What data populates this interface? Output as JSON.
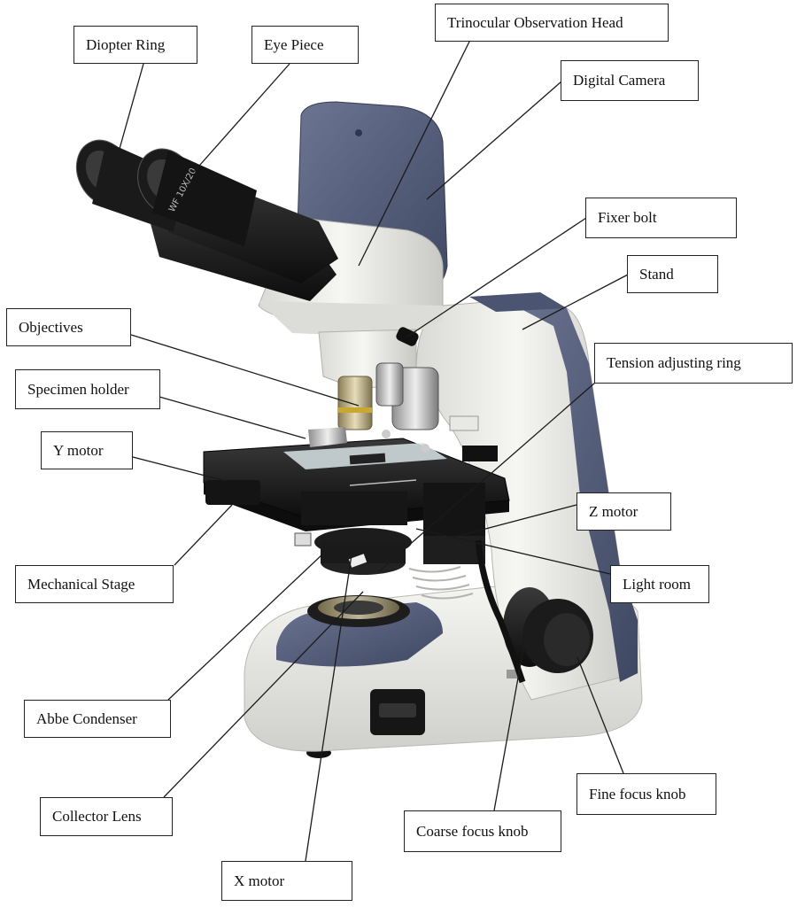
{
  "diagram": {
    "labels": [
      {
        "id": "diopter-ring",
        "text": "Diopter Ring"
      },
      {
        "id": "eye-piece",
        "text": "Eye Piece"
      },
      {
        "id": "trinocular-head",
        "text": "Trinocular Observation Head"
      },
      {
        "id": "digital-camera",
        "text": "Digital Camera"
      },
      {
        "id": "fixer-bolt",
        "text": "Fixer bolt"
      },
      {
        "id": "stand",
        "text": "Stand"
      },
      {
        "id": "objectives",
        "text": "Objectives"
      },
      {
        "id": "tension-ring",
        "text": "Tension adjusting ring"
      },
      {
        "id": "specimen-holder",
        "text": "Specimen holder"
      },
      {
        "id": "y-motor",
        "text": "Y motor"
      },
      {
        "id": "z-motor",
        "text": "Z motor"
      },
      {
        "id": "mechanical-stage",
        "text": "Mechanical Stage"
      },
      {
        "id": "light-room",
        "text": "Light room"
      },
      {
        "id": "abbe-condenser",
        "text": "Abbe Condenser"
      },
      {
        "id": "fine-focus",
        "text": "Fine focus knob"
      },
      {
        "id": "coarse-focus",
        "text": "Coarse focus knob"
      },
      {
        "id": "collector-lens",
        "text": "Collector Lens"
      },
      {
        "id": "x-motor",
        "text": "X motor"
      }
    ],
    "eyepiece_marking": "WF 10X/20"
  }
}
